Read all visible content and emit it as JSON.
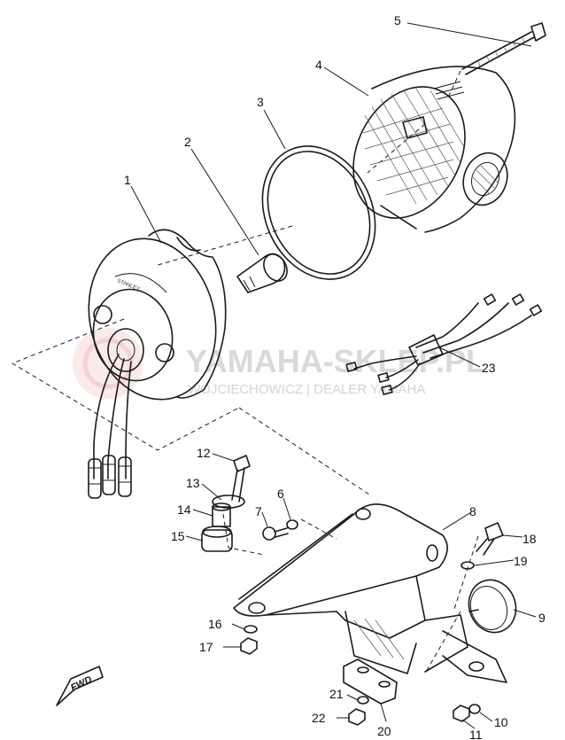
{
  "callouts": {
    "c1": "1",
    "c2": "2",
    "c3": "3",
    "c4": "4",
    "c5": "5",
    "c6": "6",
    "c7": "7",
    "c8": "8",
    "c9": "9",
    "c10": "10",
    "c11": "11",
    "c12": "12",
    "c13": "13",
    "c14": "14",
    "c15": "15",
    "c16": "16",
    "c17": "17",
    "c18": "18",
    "c19": "19",
    "c20": "20",
    "c21": "21",
    "c22": "22",
    "c23": "23"
  },
  "direction_marker": "FWD",
  "watermark": {
    "title": "YAMAHA-SKLEP.PL",
    "subtitle": "WOJCIECHOWICZ | DEALER YAMAHA"
  },
  "colors": {
    "line": "#1a1a1a",
    "watermark_logo": "#f2c9c9"
  }
}
